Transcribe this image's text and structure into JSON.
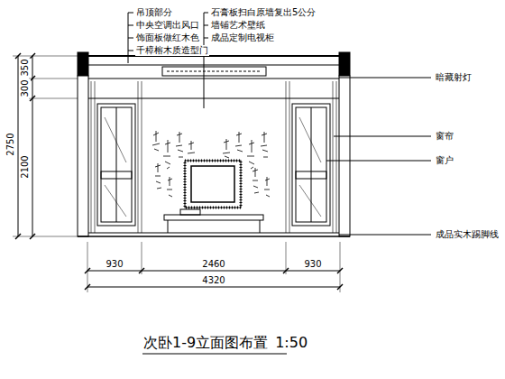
{
  "diagram": {
    "caption": "次卧1-9立面图布置",
    "labels": [
      "吊顶部分",
      "中央空调出风口",
      "饰面板做红木色",
      "千樟榕木质造型门",
      "石膏板扫白原墙复出5公分",
      "墙铺艺术壁纸",
      "成品定制电视柜",
      "暗藏射灯",
      "窗帘",
      "窗户",
      "成品实木踢脚线",
      "350",
      "300",
      "2750",
      "2100",
      "930",
      "2460",
      "930",
      "4320",
      "1:50"
    ]
  }
}
